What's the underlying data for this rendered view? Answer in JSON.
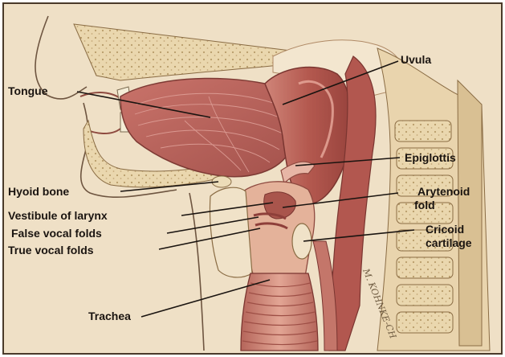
{
  "labels": {
    "uvula": "Uvula",
    "tongue": "Tongue",
    "epiglottis": "Epiglottis",
    "hyoid_bone": "Hyoid bone",
    "arytenoid_fold_line1": "Arytenoid",
    "arytenoid_fold_line2": "fold",
    "vestibule_of_larynx": "Vestibule of larynx",
    "false_vocal_folds": "False vocal folds",
    "true_vocal_folds": "True vocal folds",
    "cricoid_cartilage_line1": "Cricoid",
    "cricoid_cartilage_line2": "cartilage",
    "trachea": "Trachea"
  },
  "artist_signature": "M. KOHNKE-CH",
  "colors": {
    "background": "#efe0c6",
    "frame": "#4a3a2a",
    "muscle": "#b8625a",
    "muscle_dark": "#8e3f3a",
    "mucosa": "#d99a8a",
    "bone": "#e8d6b0",
    "bone_dots": "#b89c6a",
    "trachea": "#c97a68"
  }
}
